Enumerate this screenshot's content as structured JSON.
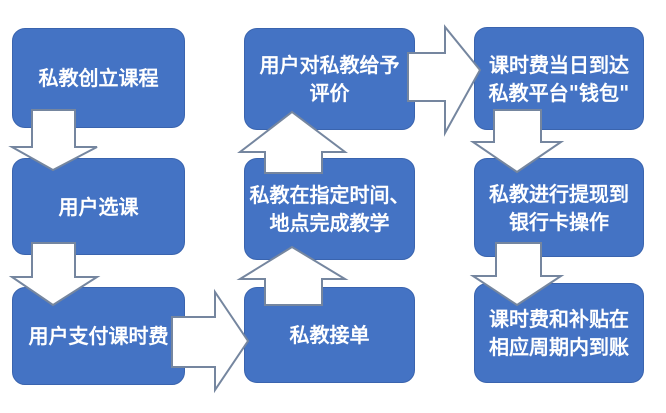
{
  "diagram": {
    "type": "flowchart",
    "title": "",
    "colors": {
      "background": "#ffffff",
      "node_fill": "#4473c4",
      "node_border": "#3a64ae",
      "node_text": "#ffffff",
      "arrow_fill": "#ffffff",
      "arrow_outline": "#75869f"
    },
    "nodes": [
      {
        "id": "tutor-creates-course",
        "column": "left",
        "row": 1,
        "label": "私教创立课程"
      },
      {
        "id": "user-selects-course",
        "column": "left",
        "row": 2,
        "label": "用户选课"
      },
      {
        "id": "user-pays-lesson-fee",
        "column": "left",
        "row": 3,
        "label": "用户支付课时费"
      },
      {
        "id": "user-rates-tutor",
        "column": "middle",
        "row": 1,
        "label": "用户对私教给予\n评价"
      },
      {
        "id": "tutor-teaches-time-place",
        "column": "middle",
        "row": 2,
        "label": "私教在指定时间、\n地点完成教学"
      },
      {
        "id": "tutor-accepts-order",
        "column": "middle",
        "row": 3,
        "label": "私教接单"
      },
      {
        "id": "fee-arrives-wallet",
        "column": "right",
        "row": 1,
        "label": "课时费当日到达\n私教平台\"钱包\""
      },
      {
        "id": "tutor-withdraws-bank-card",
        "column": "right",
        "row": 2,
        "label": "私教进行提现到\n银行卡操作"
      },
      {
        "id": "fee-subsidy-arrive-cycle",
        "column": "right",
        "row": 3,
        "label": "课时费和补贴在\n相应周期内到账"
      }
    ],
    "edges": [
      {
        "from": "tutor-creates-course",
        "to": "user-selects-course",
        "direction": "down"
      },
      {
        "from": "user-selects-course",
        "to": "user-pays-lesson-fee",
        "direction": "down"
      },
      {
        "from": "user-pays-lesson-fee",
        "to": "tutor-accepts-order",
        "direction": "right"
      },
      {
        "from": "tutor-accepts-order",
        "to": "tutor-teaches-time-place",
        "direction": "up"
      },
      {
        "from": "tutor-teaches-time-place",
        "to": "user-rates-tutor",
        "direction": "up"
      },
      {
        "from": "user-rates-tutor",
        "to": "fee-arrives-wallet",
        "direction": "right"
      },
      {
        "from": "fee-arrives-wallet",
        "to": "tutor-withdraws-bank-card",
        "direction": "down"
      },
      {
        "from": "tutor-withdraws-bank-card",
        "to": "fee-subsidy-arrive-cycle",
        "direction": "down"
      }
    ]
  }
}
